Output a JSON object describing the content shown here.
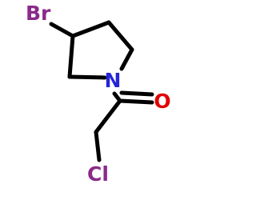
{
  "atoms": {
    "br": {
      "label": "Br",
      "color": "#8a2a8a"
    },
    "n": {
      "label": "N",
      "color": "#2525d8"
    },
    "o": {
      "label": "O",
      "color": "#e00000"
    },
    "cl": {
      "label": "Cl",
      "color": "#8a2a8a"
    }
  },
  "bond_color": "#000000",
  "background": "#ffffff"
}
